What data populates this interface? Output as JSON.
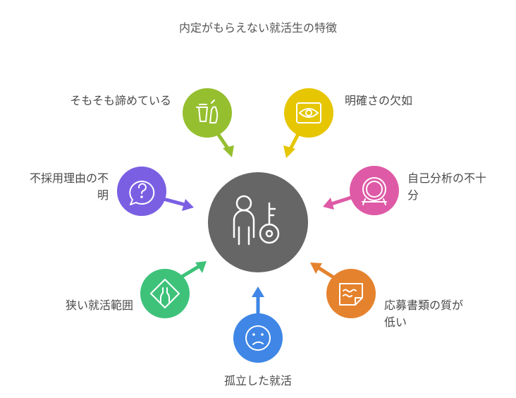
{
  "title": "内定がもらえない就活生の特徴",
  "center": {
    "color": "#666666",
    "icon": "person-key-icon"
  },
  "factors": [
    {
      "id": "giving-up",
      "label": "そもそも諦めている",
      "color": "#95bf2f",
      "icon": "trash-hand-icon"
    },
    {
      "id": "unclear-goal",
      "label": "明確さの欠如",
      "color": "#e6c600",
      "icon": "eye-icon"
    },
    {
      "id": "rejection-reason",
      "label": "不採用理由の不\n明",
      "color": "#7a5fe3",
      "icon": "question-bubble-icon"
    },
    {
      "id": "self-analysis",
      "label": "自己分析の不十\n分",
      "color": "#de5aa6",
      "icon": "mirror-icon"
    },
    {
      "id": "narrow-scope",
      "label": "狭い就活範囲",
      "color": "#3ec27a",
      "icon": "road-narrows-sign-icon"
    },
    {
      "id": "low-quality-docs",
      "label": "応募書類の質が\n低い",
      "color": "#e5822e",
      "icon": "document-icon"
    },
    {
      "id": "isolated",
      "label": "孤立した就活",
      "color": "#3f86e6",
      "icon": "sad-face-icon"
    }
  ]
}
